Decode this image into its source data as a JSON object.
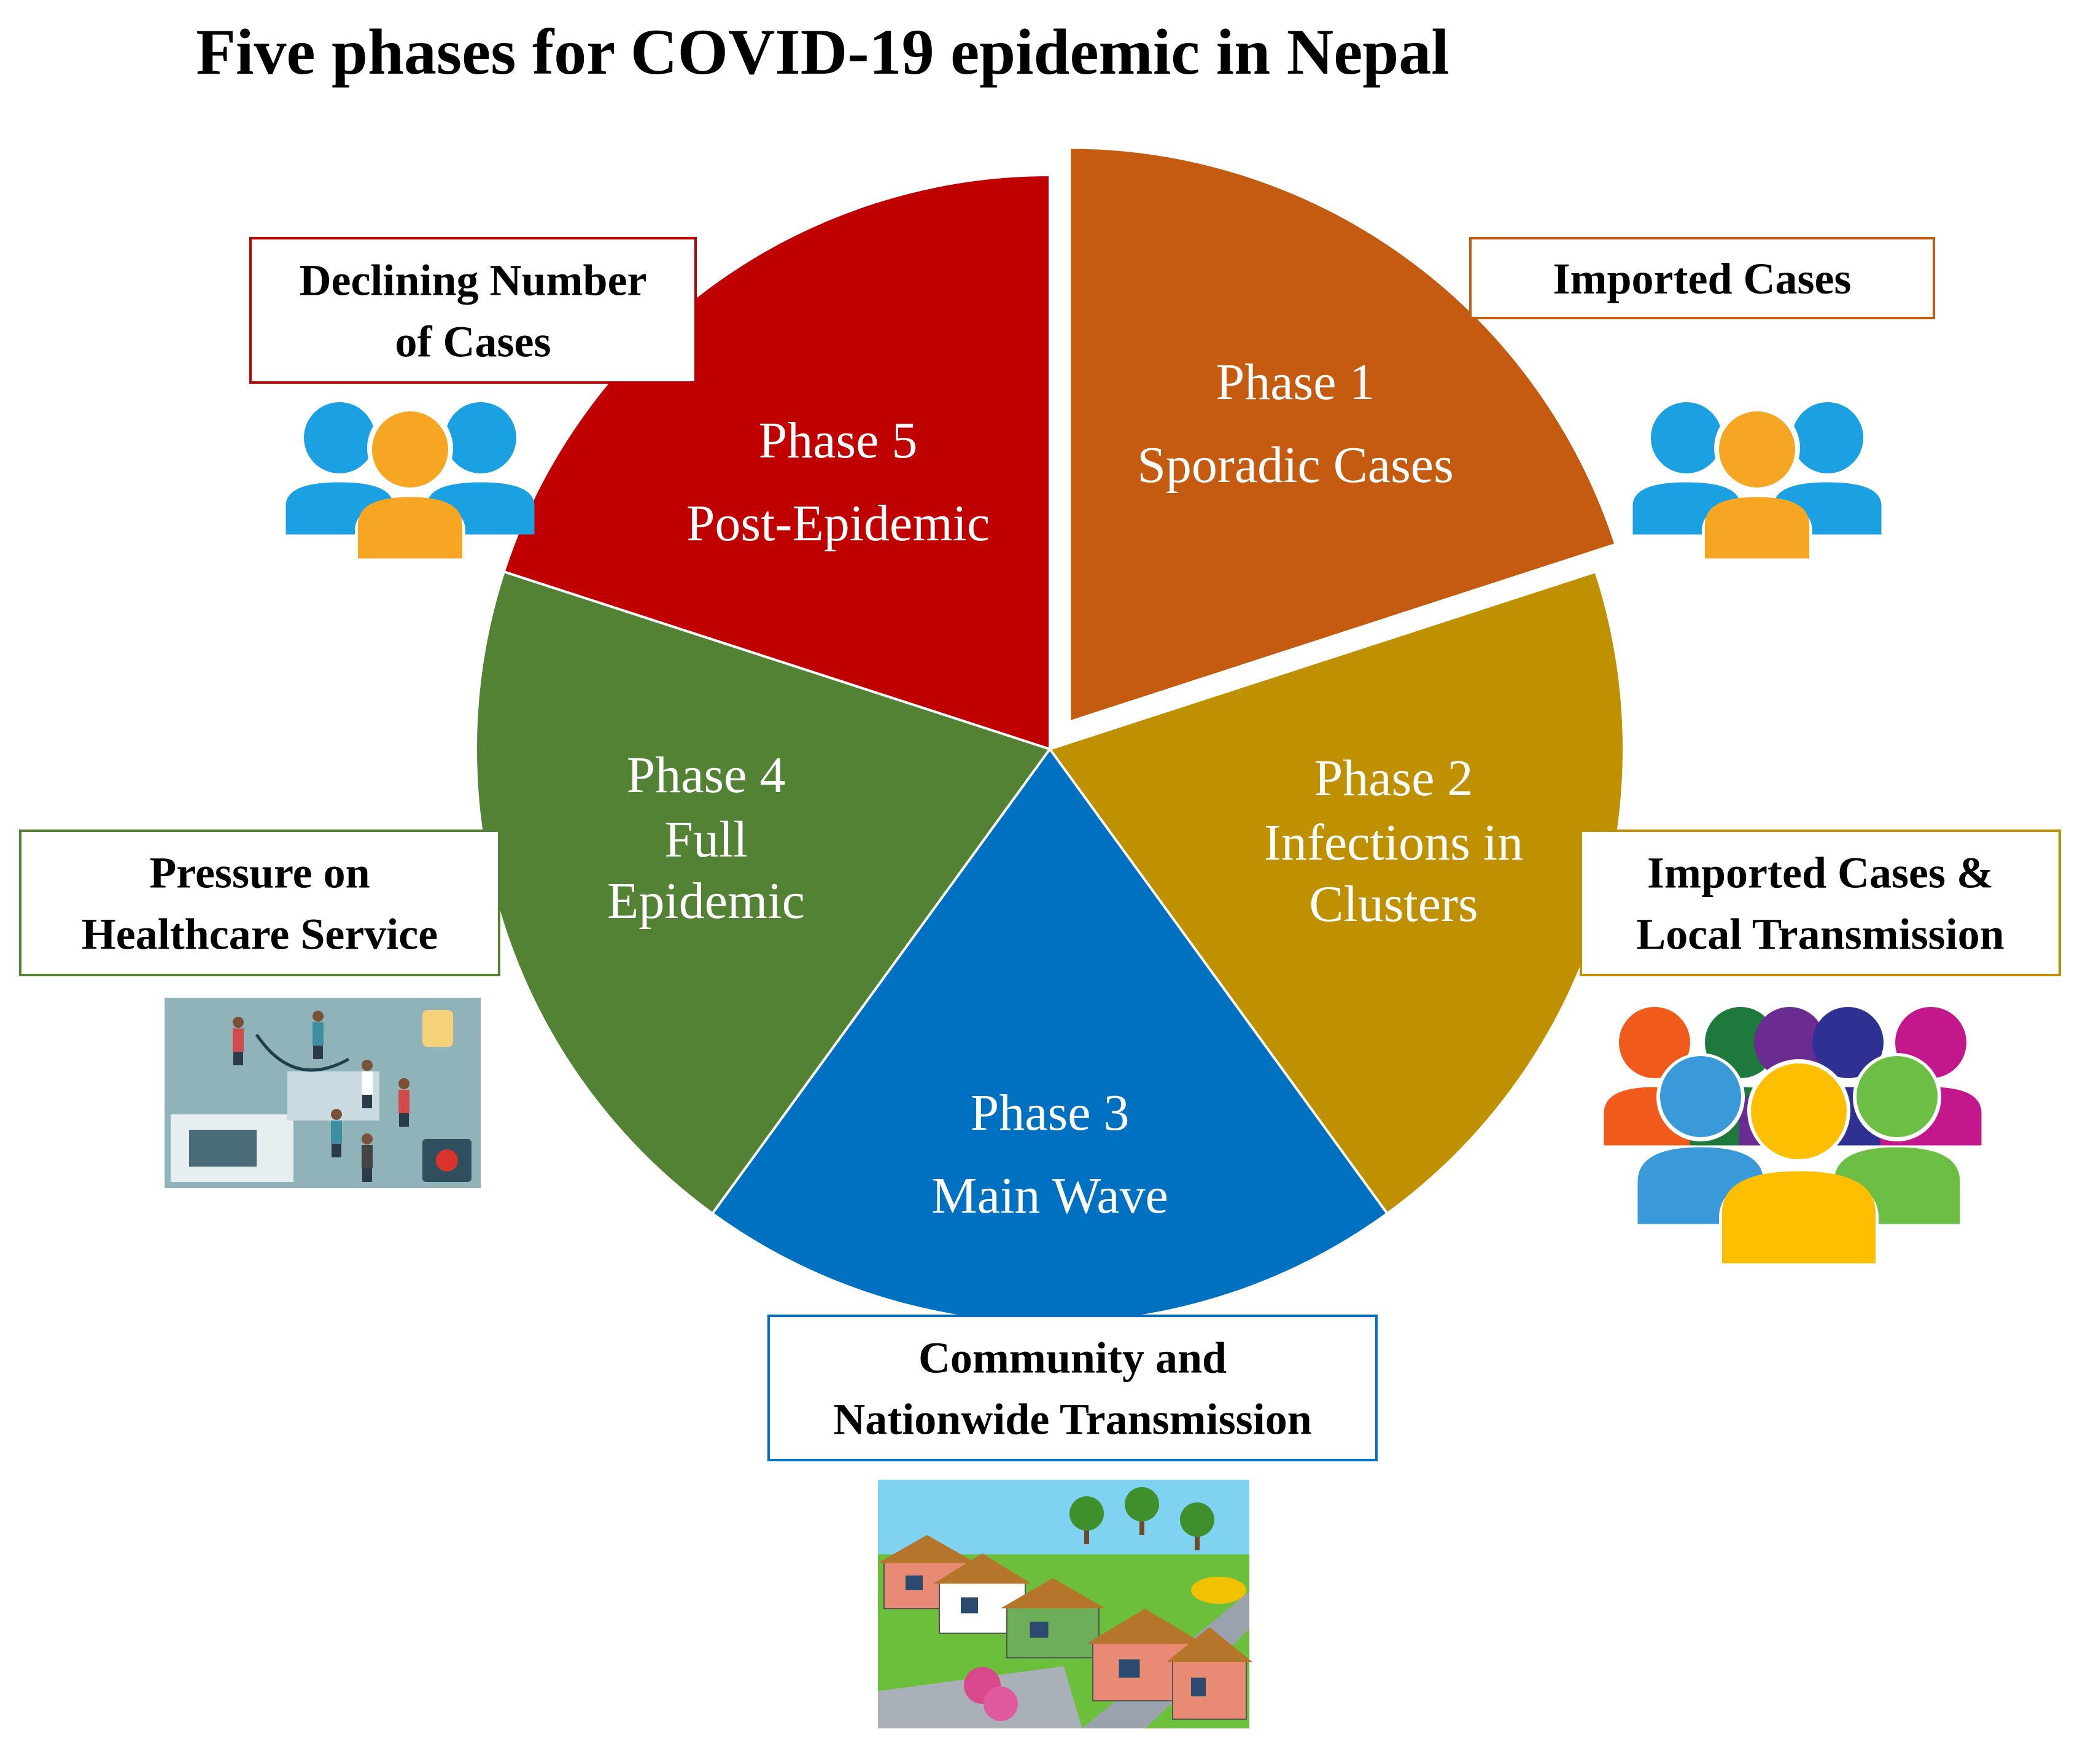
{
  "title": "Five phases for COVID-19 epidemic in Nepal",
  "phases": [
    {
      "number_label": "Phase 1",
      "name_lines": [
        "Sporadic Cases"
      ],
      "color": "#C55A11",
      "callout_lines": [
        "Imported Cases"
      ],
      "callout_border": "#C55A11",
      "icon": "people-group-three-icon"
    },
    {
      "number_label": "Phase 2",
      "name_lines": [
        "Infections in",
        "Clusters"
      ],
      "color": "#BF9000",
      "callout_lines": [
        "Imported Cases &",
        "Local Transmission"
      ],
      "callout_border": "#BF9000",
      "icon": "crowd-multicolor-icon"
    },
    {
      "number_label": "Phase 3",
      "name_lines": [
        "Main Wave"
      ],
      "color": "#0070C0",
      "callout_lines": [
        "Community and",
        "Nationwide Transmission"
      ],
      "callout_border": "#0070C0",
      "icon": "community-neighborhood-illustration"
    },
    {
      "number_label": "Phase 4",
      "name_lines": [
        "Full",
        "Epidemic"
      ],
      "color": "#548235",
      "callout_lines": [
        "Pressure on",
        "Healthcare Service"
      ],
      "callout_border": "#548235",
      "icon": "healthcare-illustration"
    },
    {
      "number_label": "Phase 5",
      "name_lines": [
        "Post-Epidemic"
      ],
      "color": "#C00000",
      "callout_lines": [
        "Declining Number",
        "of Cases"
      ],
      "callout_border": "#C00000",
      "icon": "people-group-three-icon"
    }
  ],
  "icon_colors": {
    "people_side": "#1BA1E2",
    "people_center": "#F6A623",
    "crowd": [
      "#F05A1A",
      "#1E7A3C",
      "#6A2C91",
      "#2E3192",
      "#C2188C",
      "#3A9AD9",
      "#FDBF00",
      "#6CBE45"
    ]
  }
}
